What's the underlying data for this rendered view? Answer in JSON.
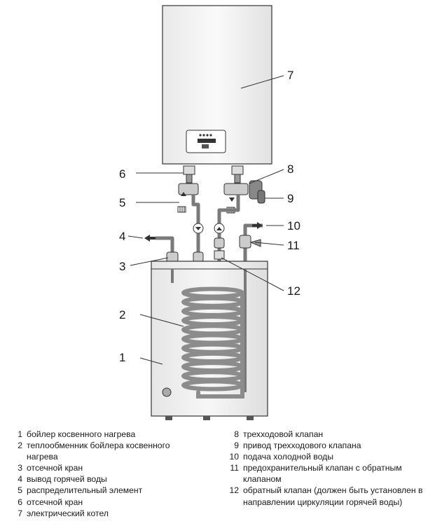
{
  "callouts": [
    "1",
    "2",
    "3",
    "4",
    "5",
    "6",
    "7",
    "8",
    "9",
    "10",
    "11",
    "12"
  ],
  "legend": {
    "left": [
      {
        "num": "1",
        "text": "бойлер косвенного нагрева"
      },
      {
        "num": "2",
        "text": "теплообменник бойлера косвенного нагрева"
      },
      {
        "num": "3",
        "text": "отсечной кран"
      },
      {
        "num": "4",
        "text": "вывод горячей воды"
      },
      {
        "num": "5",
        "text": "распределительный элемент"
      },
      {
        "num": "6",
        "text": "отсечной кран"
      },
      {
        "num": "7",
        "text": "электрический котел"
      }
    ],
    "right": [
      {
        "num": "8",
        "text": "трехходовой клапан"
      },
      {
        "num": "9",
        "text": "привод трехходового клапана"
      },
      {
        "num": "10",
        "text": "подача холодной воды"
      },
      {
        "num": "11",
        "text": "предохранительный клапан с обратным клапаном"
      },
      {
        "num": "12",
        "text": "обратный клапан (должен быть установлен в направлении циркуляции горячей воды)"
      }
    ]
  },
  "colors": {
    "line": "#333333",
    "pipe": "#7a7a7a",
    "body_fill": "#f4f4f4",
    "coil": "#8c8c8c"
  }
}
